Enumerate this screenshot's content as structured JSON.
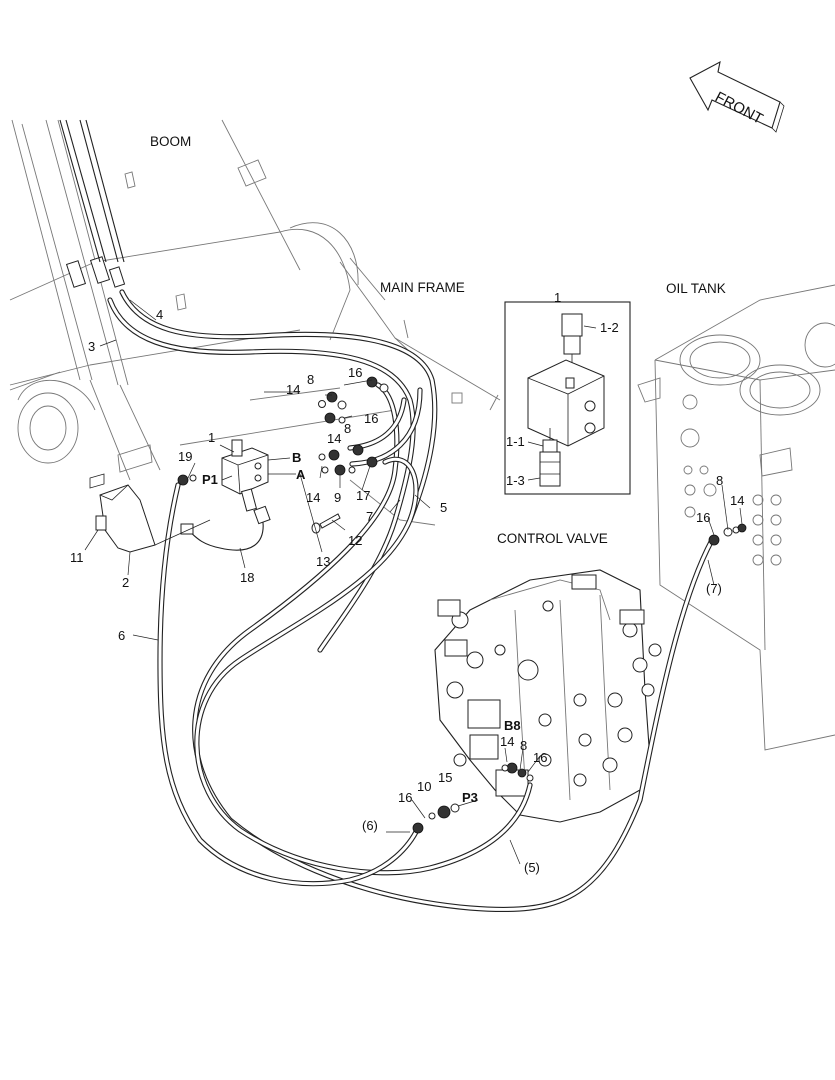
{
  "diagram": {
    "captions": {
      "boom": "BOOM",
      "main_frame": "MAIN FRAME",
      "oil_tank": "OIL TANK",
      "control_valve": "CONTROL VALVE",
      "front": "FRONT"
    },
    "callouts": {
      "c1": "1",
      "c1_top": "1",
      "c1_1": "1-1",
      "c1_2": "1-2",
      "c1_3": "1-3",
      "c2": "2",
      "c3": "3",
      "c4": "4",
      "c5": "5",
      "c5p": "(5)",
      "c6": "6",
      "c6p": "(6)",
      "c7": "7",
      "c7p": "(7)",
      "c8a": "8",
      "c8b": "8",
      "c8c": "8",
      "c8d": "8",
      "c9": "9",
      "c10": "10",
      "c11": "11",
      "c12": "12",
      "c13": "13",
      "c14a": "14",
      "c14b": "14",
      "c14c": "14",
      "c14d": "14",
      "c14e": "14",
      "c15": "15",
      "c16a": "16",
      "c16b": "16",
      "c16c": "16",
      "c16d": "16",
      "c16e": "16",
      "c17": "17",
      "c18": "18",
      "c19": "19"
    },
    "ports": {
      "a": "A",
      "b": "B",
      "p1": "P1",
      "p3": "P3",
      "b8": "B8"
    }
  }
}
